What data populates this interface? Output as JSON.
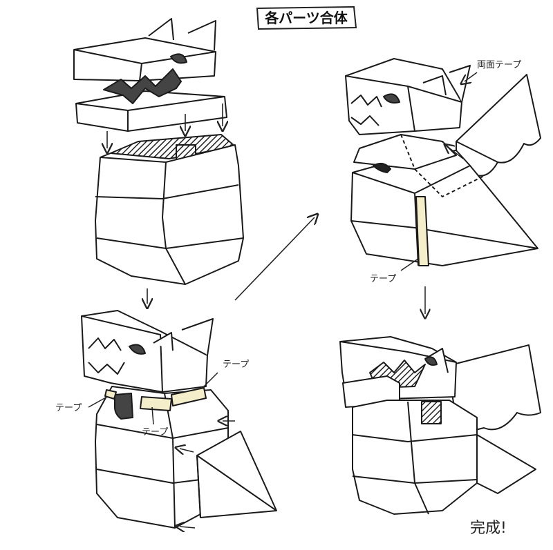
{
  "title": "各パーツ合体",
  "labels": {
    "tape_step2_right": "テープ",
    "tape_step2_left": "テープ",
    "tape_step2_center": "テープ",
    "double_sided_tape": "両面テープ",
    "tape_step3": "テープ",
    "complete": "完成!"
  },
  "colors": {
    "line": "#1a1a1a",
    "mouth": "#555555",
    "tape": "#f5eecb",
    "paper": "#ffffff"
  },
  "steps": [
    {
      "id": "step1",
      "description_visible": false
    },
    {
      "id": "step2",
      "description_visible": false
    },
    {
      "id": "step3",
      "description_visible": false
    },
    {
      "id": "step4",
      "description_visible": false
    }
  ]
}
